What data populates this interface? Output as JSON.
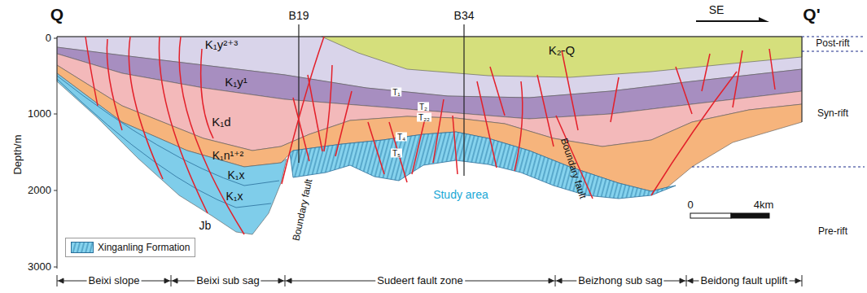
{
  "diagram": {
    "labels": [
      "Q",
      "Q'",
      "SE",
      "B19",
      "B34",
      "K₂-Q",
      "K₁y²⁺³",
      "K₁y¹",
      "K₁d",
      "K₁n¹⁺²",
      "K₁x",
      "K₁x",
      "Jb",
      "T₁",
      "T₂",
      "T₂₂",
      "T₄",
      "T₅",
      "Boundary fault",
      "Boundary fault",
      "Study area",
      "0",
      "4km",
      "Post-rift",
      "Syn-rift",
      "Pre-rift",
      "Depth/m",
      "0",
      "1000",
      "2000",
      "3000",
      "Beixi slope",
      "Beixi sub sag",
      "Sudeert fault zone",
      "Beizhong sub sag",
      "Beidong fault uplift"
    ],
    "legend": [
      {
        "text": "Xinganling Formation"
      }
    ]
  }
}
